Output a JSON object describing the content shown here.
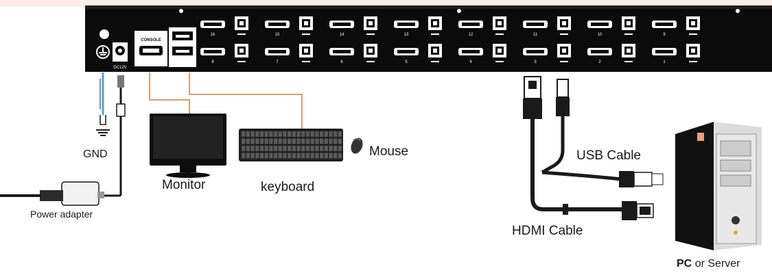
{
  "device": {
    "console_label": "CONSOLE",
    "power_label": "DC12V",
    "ports_top": [
      "16",
      "15",
      "14",
      "13",
      "12",
      "11",
      "10",
      "9"
    ],
    "ports_bottom": [
      "8",
      "7",
      "6",
      "5",
      "4",
      "3",
      "2",
      "1"
    ]
  },
  "labels": {
    "gnd": "GND",
    "power_adapter": "Power adapter",
    "monitor": "Monitor",
    "keyboard": "keyboard",
    "mouse": "Mouse",
    "usb_cable": "USB Cable",
    "hdmi_cable": "HDMI Cable",
    "pc": "PC",
    "or_server": "or Server"
  },
  "colors": {
    "panel": "#0b0b0b",
    "video_line": "#d8a063",
    "ground_line": "#4aa3d8",
    "cable": "#1a1a1a",
    "wm_band": "#fbeee6"
  }
}
